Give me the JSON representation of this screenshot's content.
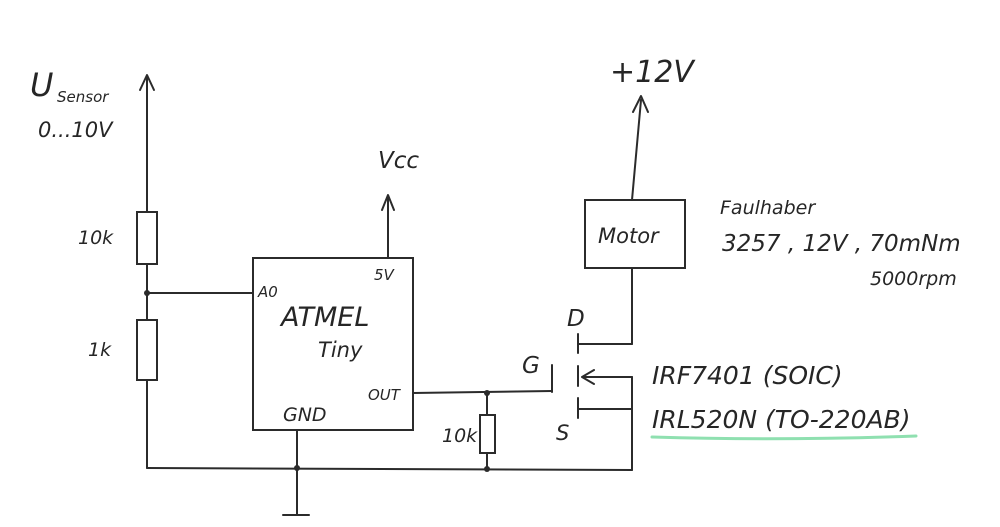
{
  "sensor": {
    "label_main": "U",
    "label_sub": "Sensor",
    "range": "0...10V"
  },
  "resistors": {
    "r_top": "10k",
    "r_bottom": "1k",
    "r_pulldown": "10k"
  },
  "mcu": {
    "name": "ATMEL",
    "subname": "Tiny",
    "pin_a0": "A0",
    "pin_5v": "5V",
    "pin_out": "OUT",
    "pin_gnd": "GND"
  },
  "vcc": {
    "label": "Vcc"
  },
  "supply": {
    "label": "+12V"
  },
  "motor": {
    "box_label": "Motor",
    "maker": "Faulhaber",
    "spec": "3257 , 12V , 70mNm",
    "rpm": "5000rpm"
  },
  "mosfet": {
    "gate": "G",
    "drain": "D",
    "source": "S",
    "part1": "IRF7401 (SOIC)",
    "part2": "IRL520N (TO-220AB)",
    "highlight_color": "#8fe0b0"
  }
}
